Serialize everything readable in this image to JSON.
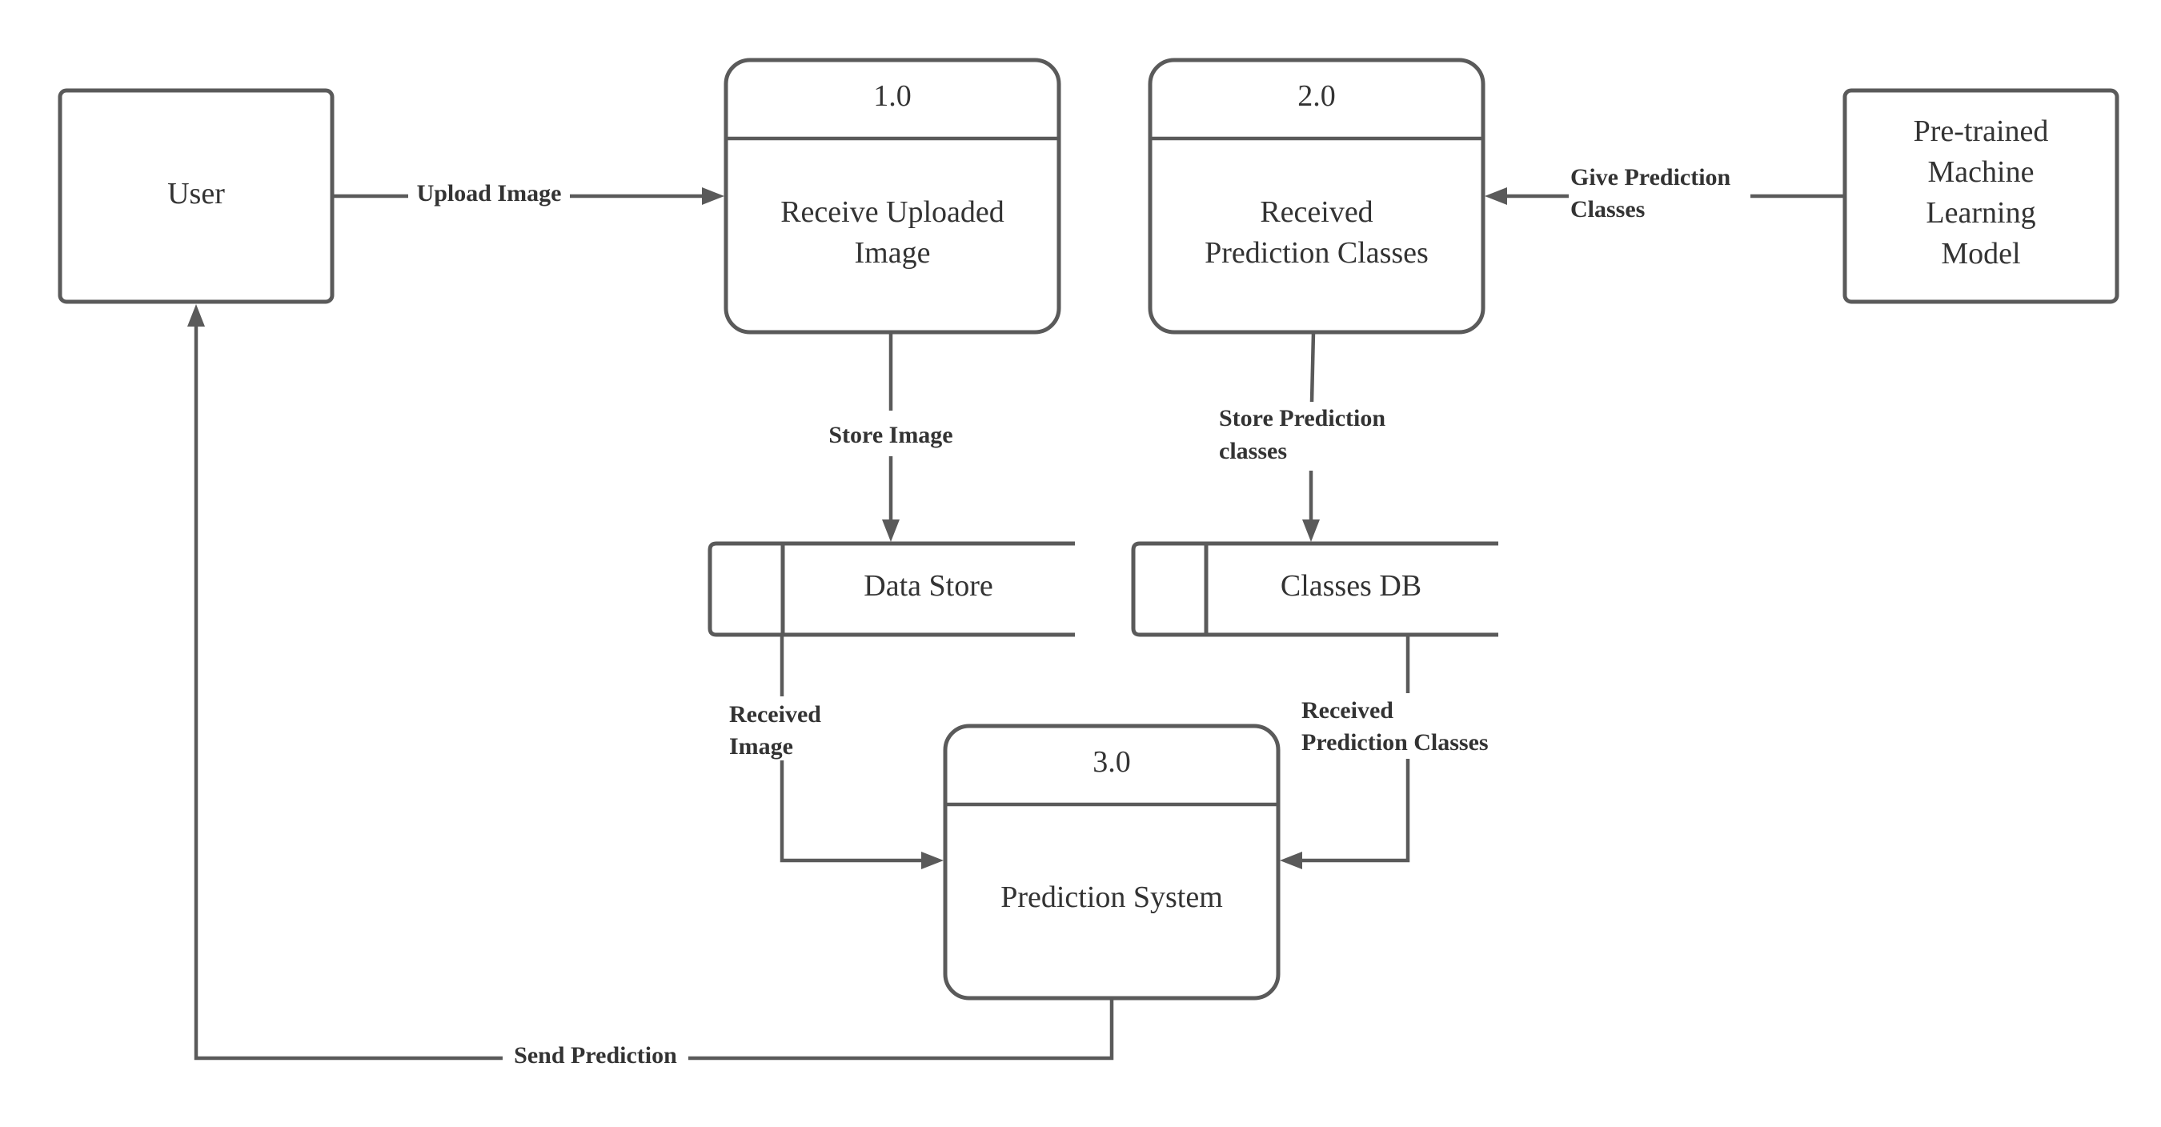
{
  "entities": {
    "user": "User",
    "model": [
      "Pre-trained",
      "Machine",
      "Learning",
      "Model"
    ]
  },
  "processes": {
    "p1": {
      "id": "1.0",
      "name": [
        "Receive Uploaded",
        "Image"
      ]
    },
    "p2": {
      "id": "2.0",
      "name": [
        "Received",
        "Prediction Classes"
      ]
    },
    "p3": {
      "id": "3.0",
      "name": [
        "Prediction System"
      ]
    }
  },
  "stores": {
    "data_store": "Data Store",
    "classes_db": "Classes DB"
  },
  "flows": {
    "upload_image": [
      "Upload Image"
    ],
    "give_prediction_classes": [
      "Give Prediction",
      "Classes"
    ],
    "store_image": [
      "Store Image"
    ],
    "store_prediction_classes": [
      "Store Prediction",
      "classes"
    ],
    "received_image": [
      "Received",
      "Image"
    ],
    "received_prediction_classes": [
      "Received",
      "Prediction Classes"
    ],
    "send_prediction": [
      "Send Prediction"
    ]
  }
}
